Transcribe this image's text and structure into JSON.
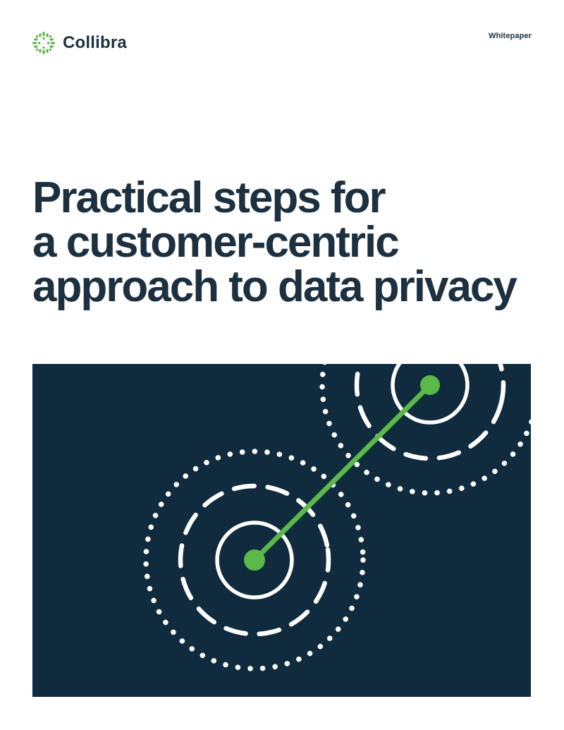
{
  "brand": {
    "name": "Collibra",
    "logo_mark_icon": "collibra-dashes-mark"
  },
  "header": {
    "doc_type_label": "Whitepaper"
  },
  "title": {
    "line1": "Practical steps for",
    "line2": "a customer-centric",
    "line3": "approach to data privacy"
  },
  "cover_art": {
    "description": "dark navy panel with two concentric radar ring sets (solid, dashed, dotted) and a green line connecting their green center dots",
    "ring_sets": 2
  },
  "colors": {
    "navy": "#0f2b3d",
    "green": "#5cb949",
    "title_text": "#1c3040",
    "ring_white": "#ffffff",
    "page_bg": "#ffffff"
  }
}
